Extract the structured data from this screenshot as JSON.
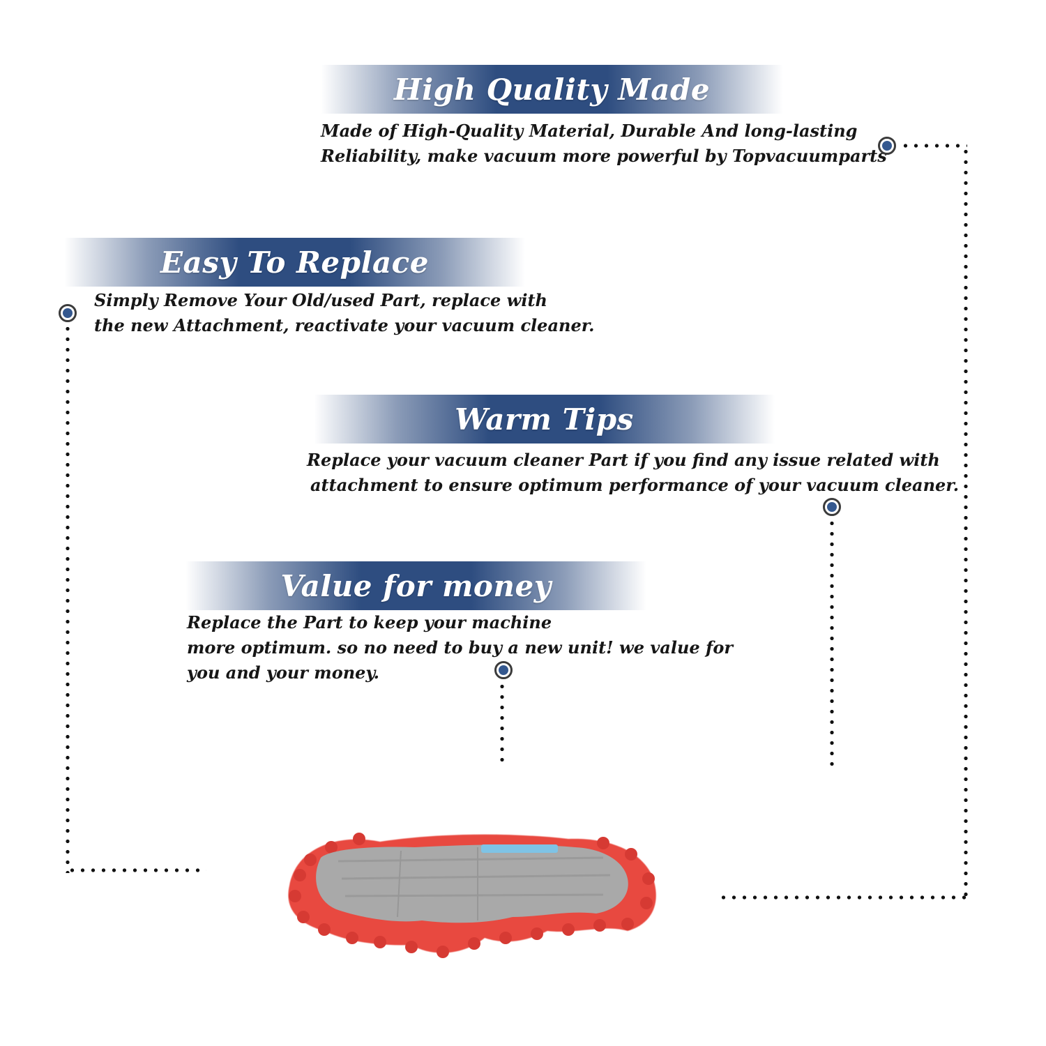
{
  "features": [
    {
      "title": "High Quality Made",
      "lines": [
        "Made of  High-Quality Material, Durable And long-lasting",
        "Reliability, make vacuum more powerful by Topvacuumparts"
      ]
    },
    {
      "title": "Easy To Replace",
      "lines": [
        "Simply Remove Your Old/used Part, replace with",
        "the new Attachment, reactivate your vacuum cleaner."
      ]
    },
    {
      "title": "Warm Tips",
      "lines": [
        "Replace your vacuum cleaner Part if you find any issue related with",
        "attachment to ensure optimum performance of your vacuum cleaner."
      ]
    },
    {
      "title": "Value for money",
      "lines": [
        "Replace the Part to keep your machine",
        "more optimum. so no need to buy a new unit! we value for",
        "you and your money."
      ]
    }
  ],
  "colors": {
    "banner": "#2e4d80",
    "marker_fill": "#34588f",
    "text": "#161616",
    "mop_fringe": "#e8483f",
    "mop_pad": "#a9a9a9",
    "mop_tag": "#7ec3e6"
  },
  "icons": {
    "marker": "target-dot-icon"
  }
}
